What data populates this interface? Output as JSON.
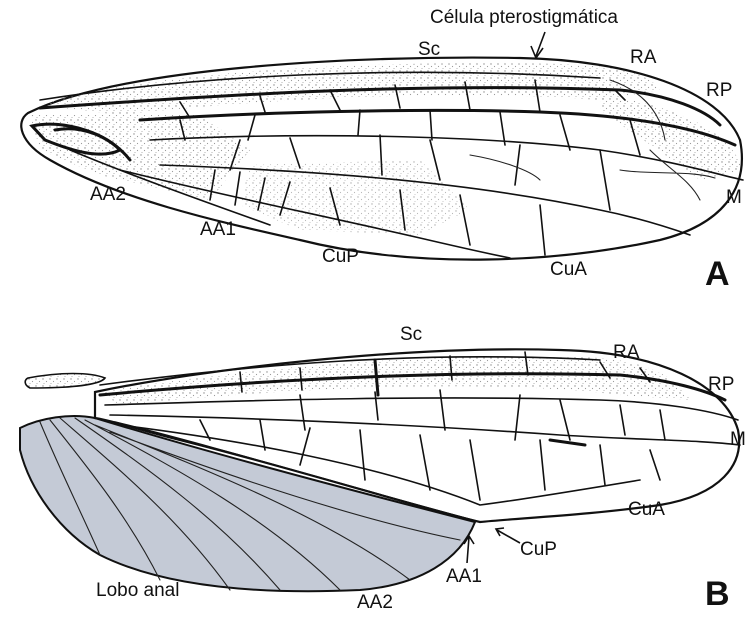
{
  "figure": {
    "panel_a": {
      "letter": "A",
      "labels": {
        "pterostigma": "Célula pterostigmática",
        "sc": "Sc",
        "ra": "RA",
        "rp": "RP",
        "m": "M",
        "cua": "CuA",
        "cup": "CuP",
        "aa1": "AA1",
        "aa2": "AA2"
      }
    },
    "panel_b": {
      "letter": "B",
      "labels": {
        "sc": "Sc",
        "ra": "RA",
        "rp": "RP",
        "m": "M",
        "cua": "CuA",
        "cup": "CuP",
        "aa1": "AA1",
        "aa2": "AA2",
        "anal_lobe": "Lobo anal"
      }
    },
    "colors": {
      "anal_lobe_fill": "#c4cad6",
      "vein": "#111111",
      "stipple": "#8a8a8a"
    }
  }
}
